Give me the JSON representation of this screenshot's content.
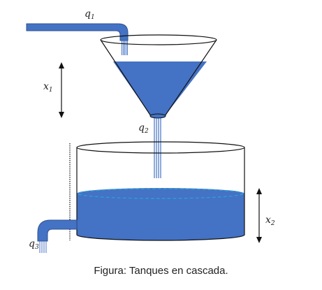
{
  "labels": {
    "q1": {
      "base": "q",
      "sub": "1"
    },
    "q2": {
      "base": "q",
      "sub": "2"
    },
    "q3": {
      "base": "q",
      "sub": "3"
    },
    "x1": {
      "base": "x",
      "sub": "1"
    },
    "x2": {
      "base": "x",
      "sub": "2"
    }
  },
  "caption": "Figura: Tanques en cascada.",
  "colors": {
    "water": "#4472c4",
    "outline": "#111111",
    "surface_dash": "#2e9bd6"
  }
}
